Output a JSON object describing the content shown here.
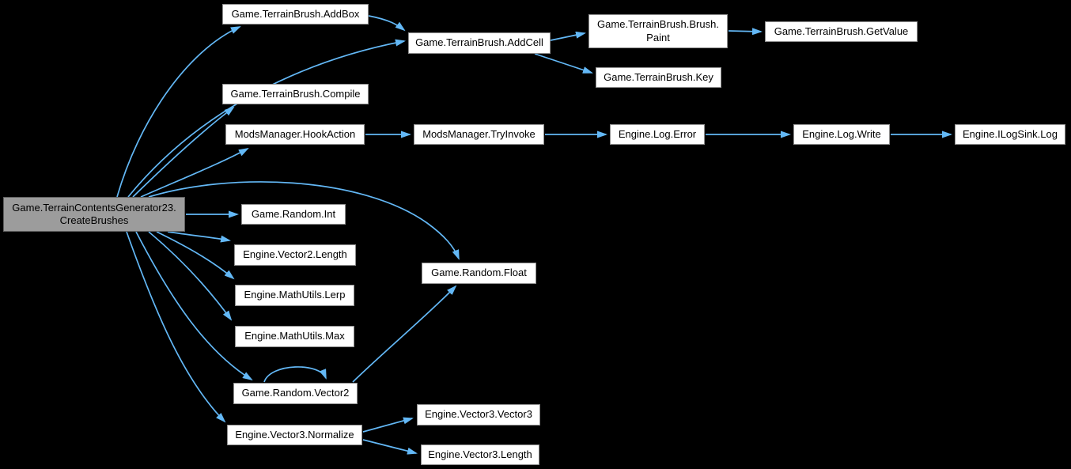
{
  "colors": {
    "background": "#000000",
    "edge": "#63b8f6",
    "node_fill": "#ffffff",
    "node_border": "#8f8f8f",
    "root_fill": "#9c9c9c",
    "root_border": "#5f5f5f",
    "text": "#000000"
  },
  "graph": {
    "type": "call-graph",
    "nodes": [
      {
        "id": "createbrushes",
        "label": "Game.TerrainContentsGenerator23.\nCreateBrushes",
        "is_root": true
      },
      {
        "id": "addbox",
        "label": "Game.TerrainBrush.AddBox"
      },
      {
        "id": "addcell",
        "label": "Game.TerrainBrush.AddCell"
      },
      {
        "id": "brushpaint",
        "label": "Game.TerrainBrush.Brush.\nPaint"
      },
      {
        "id": "getvalue",
        "label": "Game.TerrainBrush.GetValue"
      },
      {
        "id": "key",
        "label": "Game.TerrainBrush.Key"
      },
      {
        "id": "compile",
        "label": "Game.TerrainBrush.Compile"
      },
      {
        "id": "hookaction",
        "label": "ModsManager.HookAction"
      },
      {
        "id": "tryinvoke",
        "label": "ModsManager.TryInvoke"
      },
      {
        "id": "logerror",
        "label": "Engine.Log.Error"
      },
      {
        "id": "logwrite",
        "label": "Engine.Log.Write"
      },
      {
        "id": "ilogsinklog",
        "label": "Engine.ILogSink.Log"
      },
      {
        "id": "randomint",
        "label": "Game.Random.Int"
      },
      {
        "id": "v2length",
        "label": "Engine.Vector2.Length"
      },
      {
        "id": "lerp",
        "label": "Engine.MathUtils.Lerp"
      },
      {
        "id": "max",
        "label": "Engine.MathUtils.Max"
      },
      {
        "id": "randomfloat",
        "label": "Game.Random.Float"
      },
      {
        "id": "randomvector2",
        "label": "Game.Random.Vector2"
      },
      {
        "id": "v3normalize",
        "label": "Engine.Vector3.Normalize"
      },
      {
        "id": "v3vector3",
        "label": "Engine.Vector3.Vector3"
      },
      {
        "id": "v3length",
        "label": "Engine.Vector3.Length"
      }
    ],
    "edges": [
      {
        "from": "createbrushes",
        "to": "addbox"
      },
      {
        "from": "createbrushes",
        "to": "addcell"
      },
      {
        "from": "addbox",
        "to": "addcell"
      },
      {
        "from": "addcell",
        "to": "brushpaint"
      },
      {
        "from": "addcell",
        "to": "key"
      },
      {
        "from": "brushpaint",
        "to": "getvalue"
      },
      {
        "from": "createbrushes",
        "to": "compile"
      },
      {
        "from": "createbrushes",
        "to": "hookaction"
      },
      {
        "from": "hookaction",
        "to": "tryinvoke"
      },
      {
        "from": "tryinvoke",
        "to": "logerror"
      },
      {
        "from": "logerror",
        "to": "logwrite"
      },
      {
        "from": "logwrite",
        "to": "ilogsinklog"
      },
      {
        "from": "createbrushes",
        "to": "randomint"
      },
      {
        "from": "createbrushes",
        "to": "randomfloat"
      },
      {
        "from": "createbrushes",
        "to": "v2length"
      },
      {
        "from": "createbrushes",
        "to": "lerp"
      },
      {
        "from": "createbrushes",
        "to": "max"
      },
      {
        "from": "createbrushes",
        "to": "randomvector2"
      },
      {
        "from": "createbrushes",
        "to": "v3normalize"
      },
      {
        "from": "randomvector2",
        "to": "randomvector2"
      },
      {
        "from": "randomvector2",
        "to": "randomfloat"
      },
      {
        "from": "v3normalize",
        "to": "v3vector3"
      },
      {
        "from": "v3normalize",
        "to": "v3length"
      }
    ]
  }
}
